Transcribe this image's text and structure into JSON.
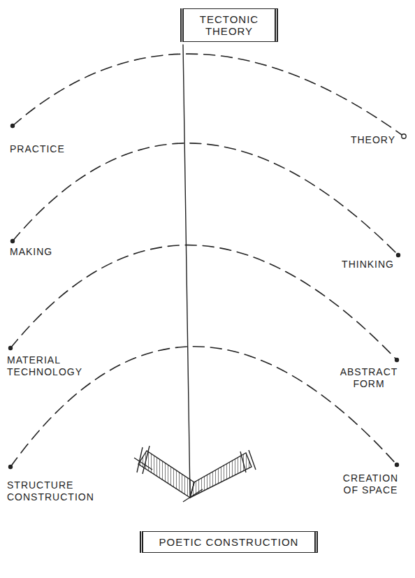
{
  "diagram": {
    "nodes": [
      {
        "text": [
          "TECTONIC THEORY"
        ]
      },
      {
        "text": [
          "POETIC CONSTRUCTION"
        ]
      }
    ],
    "labels": [
      "PRACTICE",
      "THEORY",
      "MAKING",
      "THINKING",
      "MATERIAL TECHNOLOGY",
      "ABSTRACT FORM",
      "STRUCTURE CONSTRUCTION",
      "CREATION OF SPACE"
    ]
  }
}
